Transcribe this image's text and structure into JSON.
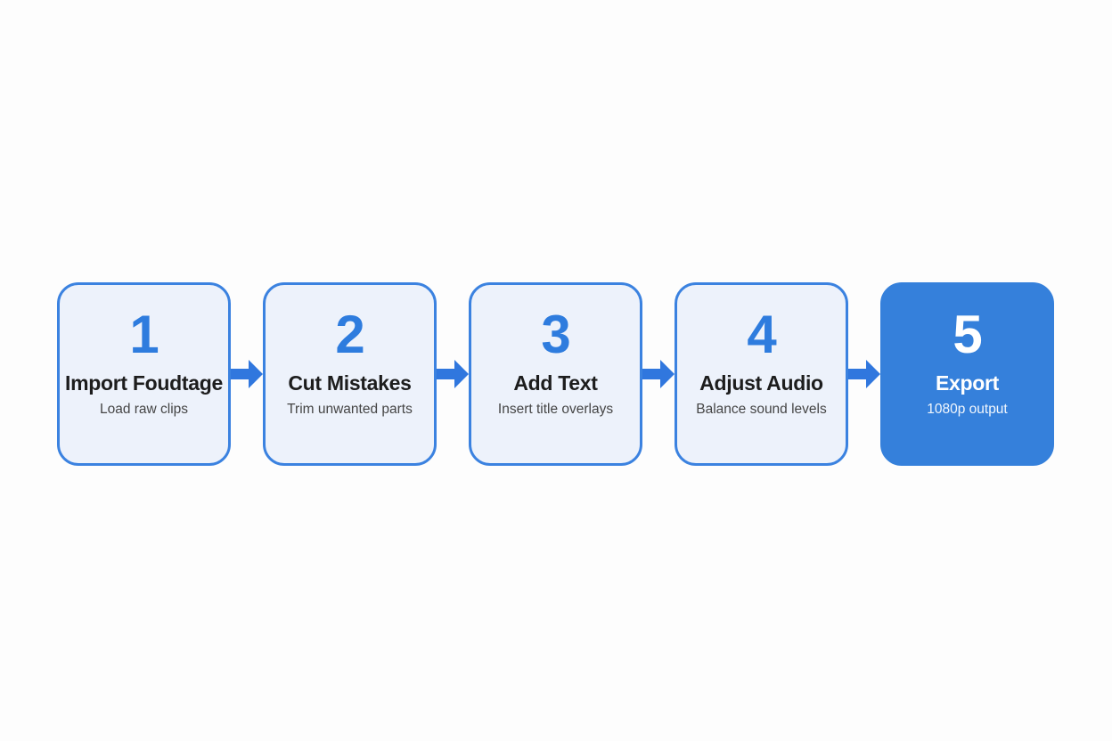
{
  "diagram": {
    "type": "process-flow",
    "direction": "left-to-right",
    "colors": {
      "card_fill": "#edf2fb",
      "card_border": "#3b82e0",
      "number_accent": "#2e7cde",
      "arrow": "#3077de",
      "active_card_fill": "#3580db",
      "title_text": "#1d1d1d",
      "subtitle_text": "#454545",
      "active_text": "#ffffff",
      "background": "#fdfdfd"
    },
    "steps": [
      {
        "number": "1",
        "title": "Import Foudtage",
        "subtitle": "Load raw clips",
        "active": false
      },
      {
        "number": "2",
        "title": "Cut Mistakes",
        "subtitle": "Trim unwanted parts",
        "active": false
      },
      {
        "number": "3",
        "title": "Add Text",
        "subtitle": "Insert title overlays",
        "active": false
      },
      {
        "number": "4",
        "title": "Adjust Audio",
        "subtitle": "Balance sound levels",
        "active": false
      },
      {
        "number": "5",
        "title": "Export",
        "subtitle": "1080p output",
        "active": true
      }
    ]
  }
}
